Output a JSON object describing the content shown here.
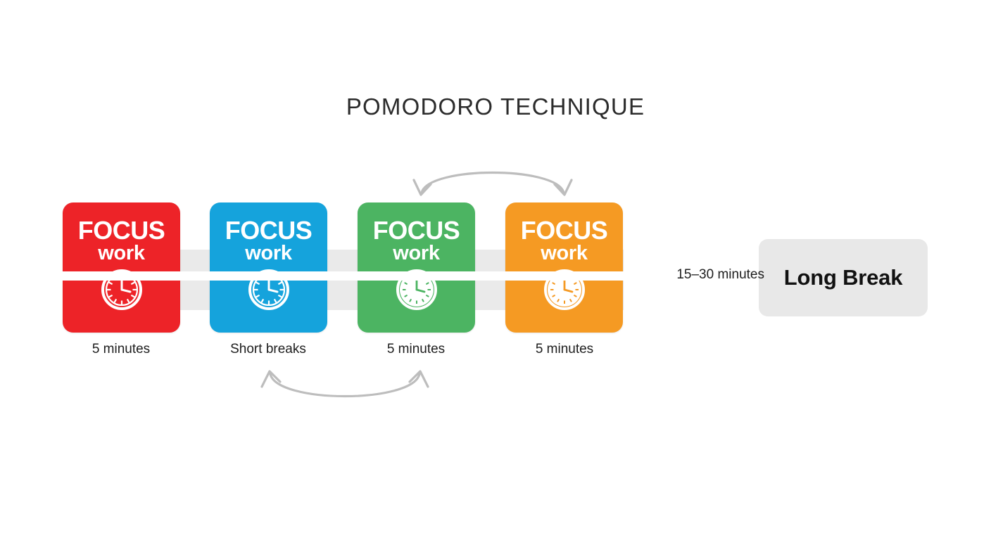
{
  "title": "POMODORO TECHNIQUE",
  "background_color": "#ffffff",
  "band_color": "#eaeaea",
  "cards": [
    {
      "focus_label": "FOCUS",
      "work_label": "work",
      "duration_label": "5 minutes",
      "color": "#ed2328",
      "icon": "clock-icon",
      "icon_style": "outline"
    },
    {
      "focus_label": "FOCUS",
      "work_label": "work",
      "duration_label": "Short breaks",
      "color": "#15a3dc",
      "icon": "clock-icon",
      "icon_style": "outline"
    },
    {
      "focus_label": "FOCUS",
      "work_label": "work",
      "duration_label": "5 minutes",
      "color": "#4cb462",
      "icon": "clock-icon",
      "icon_style": "filled"
    },
    {
      "focus_label": "FOCUS",
      "work_label": "work",
      "duration_label": "5 minutes",
      "color": "#f59a23",
      "icon": "clock-icon",
      "icon_style": "filled"
    }
  ],
  "arrows": {
    "top": {
      "name": "cycle-arrow-top",
      "color": "#bdbdbd",
      "direction": "double-headed-down"
    },
    "bottom": {
      "name": "cycle-arrow-bottom",
      "color": "#bdbdbd",
      "direction": "double-headed-up"
    }
  },
  "long_break": {
    "duration_label": "15–30 minutes",
    "box_label": "Long Break",
    "box_color": "#e8e8e8"
  }
}
